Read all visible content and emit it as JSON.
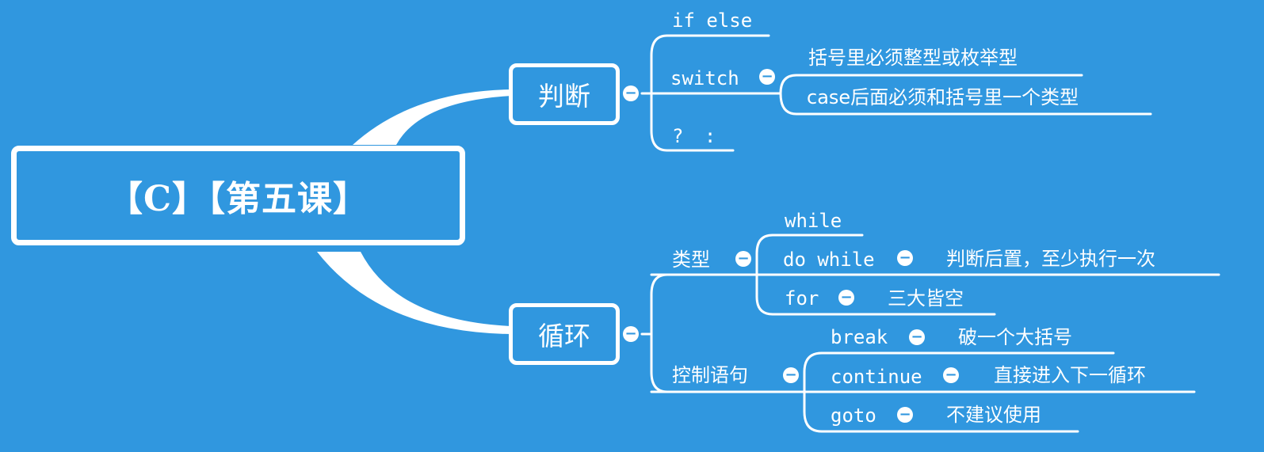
{
  "central_topic": "【C】【第五课】",
  "branch_judge": {
    "label": "判断",
    "items": {
      "if_else": "if else",
      "switch": "switch",
      "switch_note_1": "括号里必须整型或枚举型",
      "switch_note_2": "case后面必须和括号里一个类型",
      "ternary": "? :"
    }
  },
  "branch_loop": {
    "label": "循环",
    "types": {
      "label": "类型",
      "while": "while",
      "do_while": "do while",
      "do_while_note": "判断后置，至少执行一次",
      "for": "for",
      "for_note": "三大皆空"
    },
    "control": {
      "label": "控制语句",
      "break": "break",
      "break_note": "破一个大括号",
      "continue": "continue",
      "continue_note": "直接进入下一循环",
      "goto": "goto",
      "goto_note": "不建议使用"
    }
  },
  "collapse_symbol": "−",
  "colors": {
    "background": "#3097df",
    "foreground": "#ffffff"
  }
}
